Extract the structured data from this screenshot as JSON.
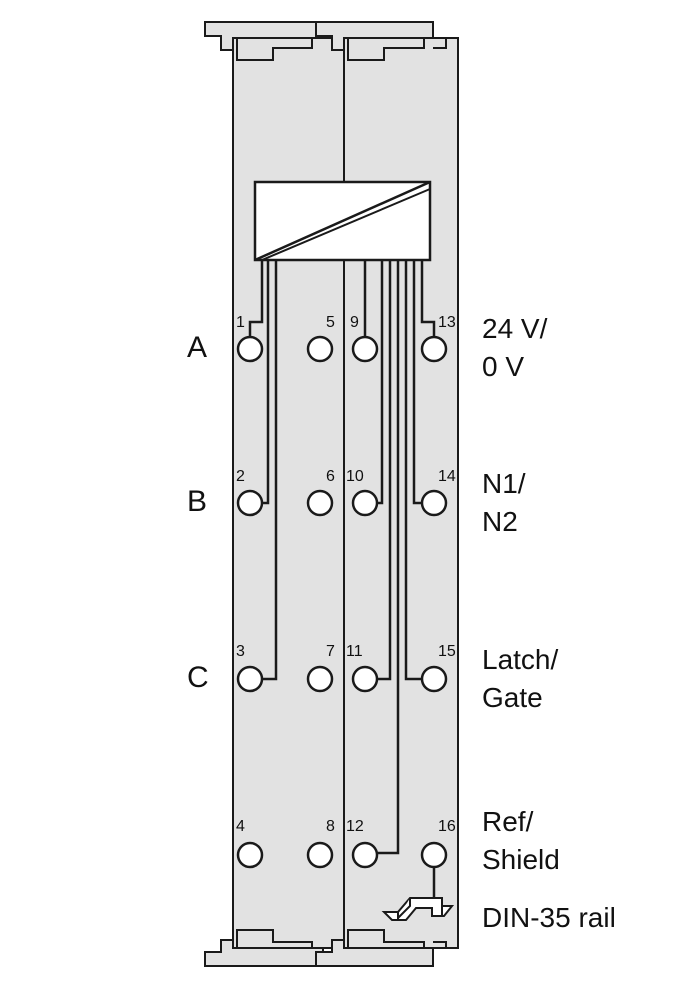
{
  "row_labels": {
    "a": "A",
    "b": "B",
    "c": "C"
  },
  "terminal_numbers": {
    "t1": "1",
    "t2": "2",
    "t3": "3",
    "t4": "4",
    "t5": "5",
    "t6": "6",
    "t7": "7",
    "t8": "8",
    "t9": "9",
    "t10": "10",
    "t11": "11",
    "t12": "12",
    "t13": "13",
    "t14": "14",
    "t15": "15",
    "t16": "16"
  },
  "signal_labels": {
    "power_line1": "24 V/",
    "power_line2": "0 V",
    "n_line1": "N1/",
    "n_line2": "N2",
    "latch_line1": "Latch/",
    "latch_line2": "Gate",
    "ref_line1": "Ref/",
    "ref_line2": "Shield",
    "rail": "DIN-35 rail"
  },
  "colors": {
    "module_fill": "#e2e2e2",
    "stroke": "#1a1a1a"
  }
}
